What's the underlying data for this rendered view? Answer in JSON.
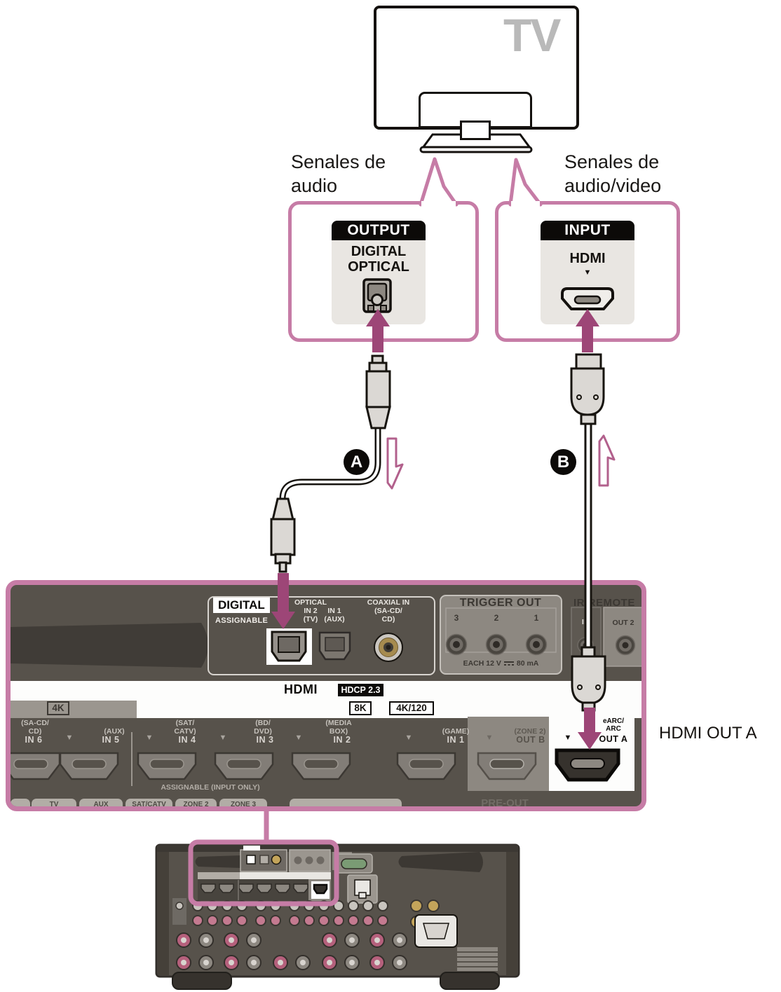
{
  "colors": {
    "accent_pink": "#c67ca6",
    "arrow_purple": "#9d4677",
    "panel_bg": "#57524b"
  },
  "tv": {
    "label": "TV"
  },
  "callout_audio": {
    "caption_line1": "Senales de",
    "caption_line2": "audio",
    "port_header": "OUTPUT",
    "port_line1": "DIGITAL",
    "port_line2": "OPTICAL"
  },
  "callout_video": {
    "caption_line1": "Senales de",
    "caption_line2": "audio/video",
    "port_header": "INPUT",
    "port_label": "HDMI"
  },
  "cable_labels": {
    "a": "A",
    "b": "B"
  },
  "marker_glyph": "▼",
  "panel": {
    "digital": {
      "title": "DIGITAL",
      "subtitle": "ASSIGNABLE",
      "optical_line1": "OPTICAL",
      "optical_line2": "IN 2",
      "optical_line3": "(TV)",
      "in1_line1": "IN 1",
      "in1_line2": "(AUX)",
      "coax_line1": "COAXIAL IN",
      "coax_line2": "(SA-CD/",
      "coax_line3": "CD)"
    },
    "trigger": {
      "title": "TRIGGER OUT",
      "jack1": "3",
      "jack2": "2",
      "jack3": "1",
      "note_left": "EACH 12 V",
      "note_right": "80 mA"
    },
    "ir": {
      "title": "IR REMOTE",
      "in_label": "IN",
      "out_label": "OUT 2"
    },
    "hdmi_band": {
      "title": "HDMI",
      "hdcp": "HDCP 2.3",
      "badge_4k": "4K",
      "badge_8k": "8K",
      "badge_4k120": "4K/120"
    },
    "inputs": [
      {
        "sub1": "(SA-CD/",
        "sub2": "CD)",
        "name": "IN 6"
      },
      {
        "sub1": "(AUX)",
        "sub2": "",
        "name": "IN 5"
      },
      {
        "sub1": "(SAT/",
        "sub2": "CATV)",
        "name": "IN 4"
      },
      {
        "sub1": "(BD/",
        "sub2": "DVD)",
        "name": "IN 3"
      },
      {
        "sub1": "(MEDIA",
        "sub2": "BOX)",
        "name": "IN 2"
      },
      {
        "sub1": "(GAME)",
        "sub2": "",
        "name": "IN 1"
      }
    ],
    "assignable_note": "ASSIGNABLE (INPUT ONLY)",
    "out_b": {
      "sub": "(ZONE 2)",
      "name": "OUT B"
    },
    "out_a": {
      "sub1": "eARC/",
      "sub2": "ARC",
      "name": "OUT A"
    },
    "tabs": [
      "TV",
      "AUX",
      "SAT/CATV",
      "ZONE 2",
      "ZONE 3"
    ],
    "pre_out": "PRE-OUT"
  },
  "annotation": {
    "hdmi_out_a": "HDMI OUT A"
  }
}
